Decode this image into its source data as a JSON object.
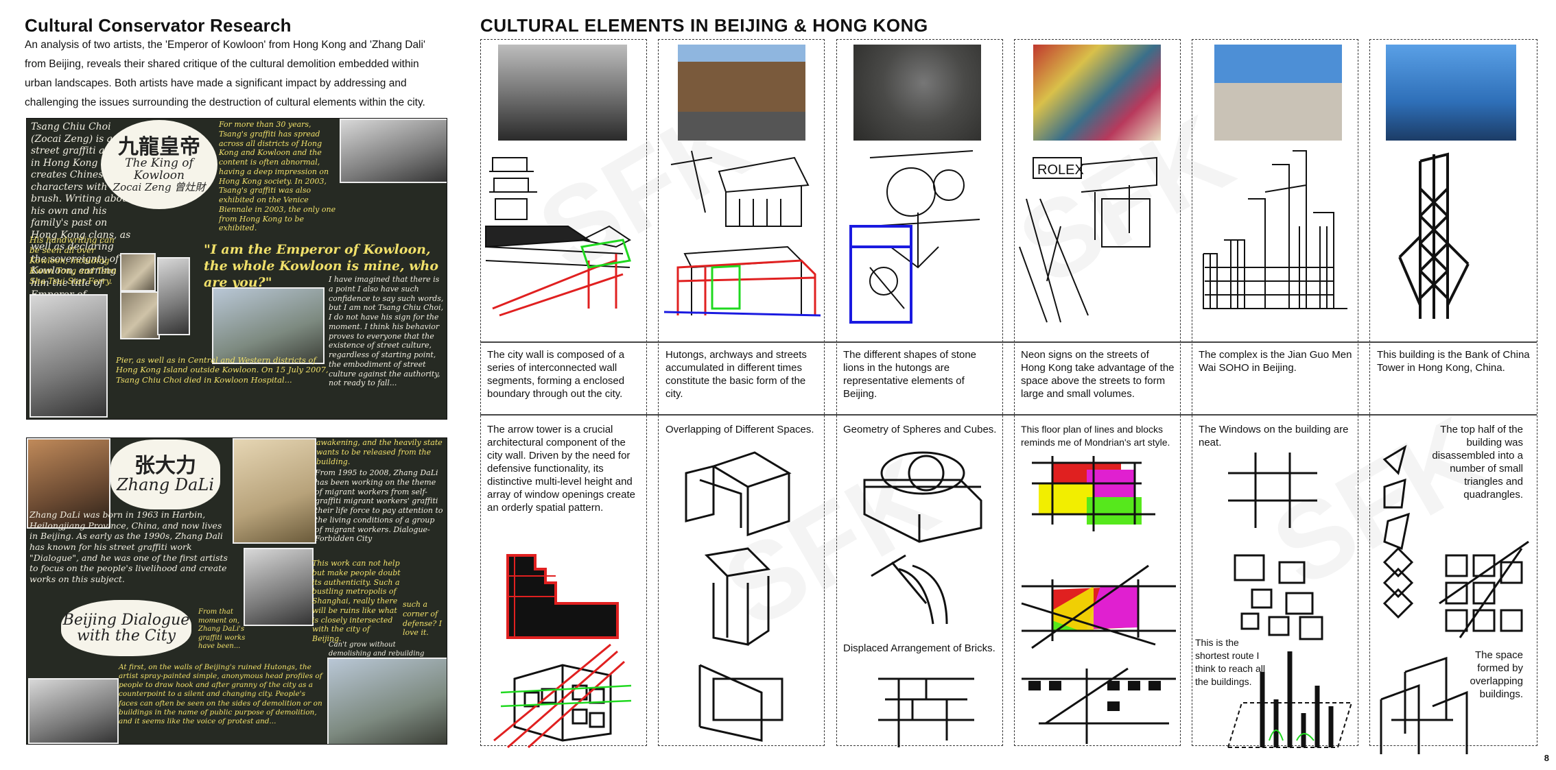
{
  "left": {
    "title": "Cultural Conservator Research",
    "intro": "An analysis of two artists, the 'Emperor of Kowloon' from Hong Kong and 'Zhang Dali' from Beijing, reveals their shared critique of the cultural demolition embedded within urban landscapes. Both artists have made a significant impact by addressing and challenging the issues surrounding the destruction of cultural elements within the city.",
    "board1": {
      "bio": "Tsang Chiu Choi (Zocai Zeng) is a street graffiti artist in Hong Kong who creates Chinese characters with a brush. Writing about his own and his family's past on Hong Kong clans, as well as declaring the sovereignty of Kowloon, earning him the title of Emperor of Kowloon.",
      "chinese_name": "九龍皇帝",
      "name_line1": "The King of Kowloon",
      "name_line2": "Zocai Zeng 曾灶財",
      "yellow_note": "For more than 30 years, Tsang's graffiti has spread across all districts of Hong Kong and Kowloon and the content is often abnormal, having a deep impression on Hong Kong society. In 2003, Tsang's graffiti was also exhibited on the Venice Biennale in 2003, the only one from Hong Kong to be exhibited.",
      "handwriting": "His handwriting can be seen all over Kowloon, including Kwun Tong and Tsim Sha Tsui Star Ferry.",
      "quote": "\"I am the Emperor of Kowloon, the whole Kowloon is mine, who are you?\"",
      "reflection": "I have imagined that there is a point I also have such confidence to say such words, but I am not Tsang Chiu Choi, I do not have his sign for the moment. I think his behavior proves to everyone that the existence of street culture, regardless of starting point, the embodiment of street culture against the authority, not ready to fall...",
      "footer": "Pier, as well as in Central and Western districts of Hong Kong Island outside Kowloon. On 15 July 2007, Tsang Chiu Choi died in Kowloon Hospital..."
    },
    "board2": {
      "chinese_name": "张大力",
      "name": "Zhang DaLi",
      "bio": "Zhang DaLi was born in 1963 in Harbin, Heilongjiang Province, China, and now lives in Beijing. As early as the 1990s, Zhang Dali has known for his street graffiti work \"Dialogue\", and he was one of the first artists to focus on the people's livelihood and create works on this subject.",
      "awakening": "awakening, and the heavily state wants to be released from the building.",
      "from1995": "From 1995 to 2008, Zhang DaLi has been working on the theme of migrant workers from self-graffiti migrant workers' graffiti their life force to pay attention to the living conditions of a group of migrant workers. Dialogue-Forbidden City",
      "work_note": "This work can not help but make people doubt its authenticity. Such a bustling metropolis of Shanghai, really there will be ruins like what is closely intersected with the city of Beijing.",
      "corner": "such a corner of defense? I love it.",
      "dialogue_bubble": "Beijing Dialogue with the City",
      "moment": "From that moment on, Zhang DaLi's graffiti works have been...",
      "cant_grow": "Can't grow without demolishing and rebuilding",
      "footer": "At first, on the walls of Beijing's ruined Hutongs, the artist spray-painted simple, anonymous head profiles of people to draw hook and after granny of the city as a counterpoint to a silent and changing city. People's faces can often be seen on the sides of demolition or on buildings in the name of public purpose of demolition, and it seems like the voice of protest and..."
    }
  },
  "right": {
    "title": "CULTURAL ELEMENTS IN BEIJING & HONG KONG",
    "columns": [
      {
        "desc": "The city wall is composed of a series of interconnected wall segments, forming a enclosed boundary through out the city.",
        "note": "The arrow tower is a crucial architectural component of the city wall. Driven by the need for defensive functionality, its distinctive multi-level height and array of window openings create an orderly spatial pattern."
      },
      {
        "desc": "Hutongs, archways and streets accumulated in different times constitute the basic form of the city.",
        "note": "Overlapping of Different Spaces."
      },
      {
        "desc": "The different shapes of stone lions in the hutongs are representative elements of Beijing.",
        "note": "Geometry of Spheres and Cubes.",
        "note2": "Displaced Arrangement of Bricks."
      },
      {
        "desc": "Neon signs on the streets of Hong Kong take advantage of the space above the streets to form large and small volumes.",
        "note": "This floor plan of lines and blocks reminds me of Mondrian's art style.",
        "sign": "ROLEX"
      },
      {
        "desc": "The complex is the Jian Guo Men Wai SOHO in Beijing.",
        "note": "The Windows on the building are neat.",
        "note2": "This is the shortest route I think to reach all the buildings."
      },
      {
        "desc": "This building is the Bank of China Tower in Hong Kong, China.",
        "note": "The top half of the building was disassembled into a number of small triangles and quadrangles.",
        "note2": "The space formed by overlapping buildings."
      }
    ]
  },
  "page_number": "8",
  "watermark": "SFK",
  "colors": {
    "board": "#262a23",
    "chalk_yellow": "#f0e06a",
    "mondrian_red": "#e02020",
    "mondrian_yellow": "#f2ee00",
    "mondrian_magenta": "#e020d0",
    "mondrian_green": "#56e81c",
    "sketch_blue": "#1a1ae0"
  }
}
